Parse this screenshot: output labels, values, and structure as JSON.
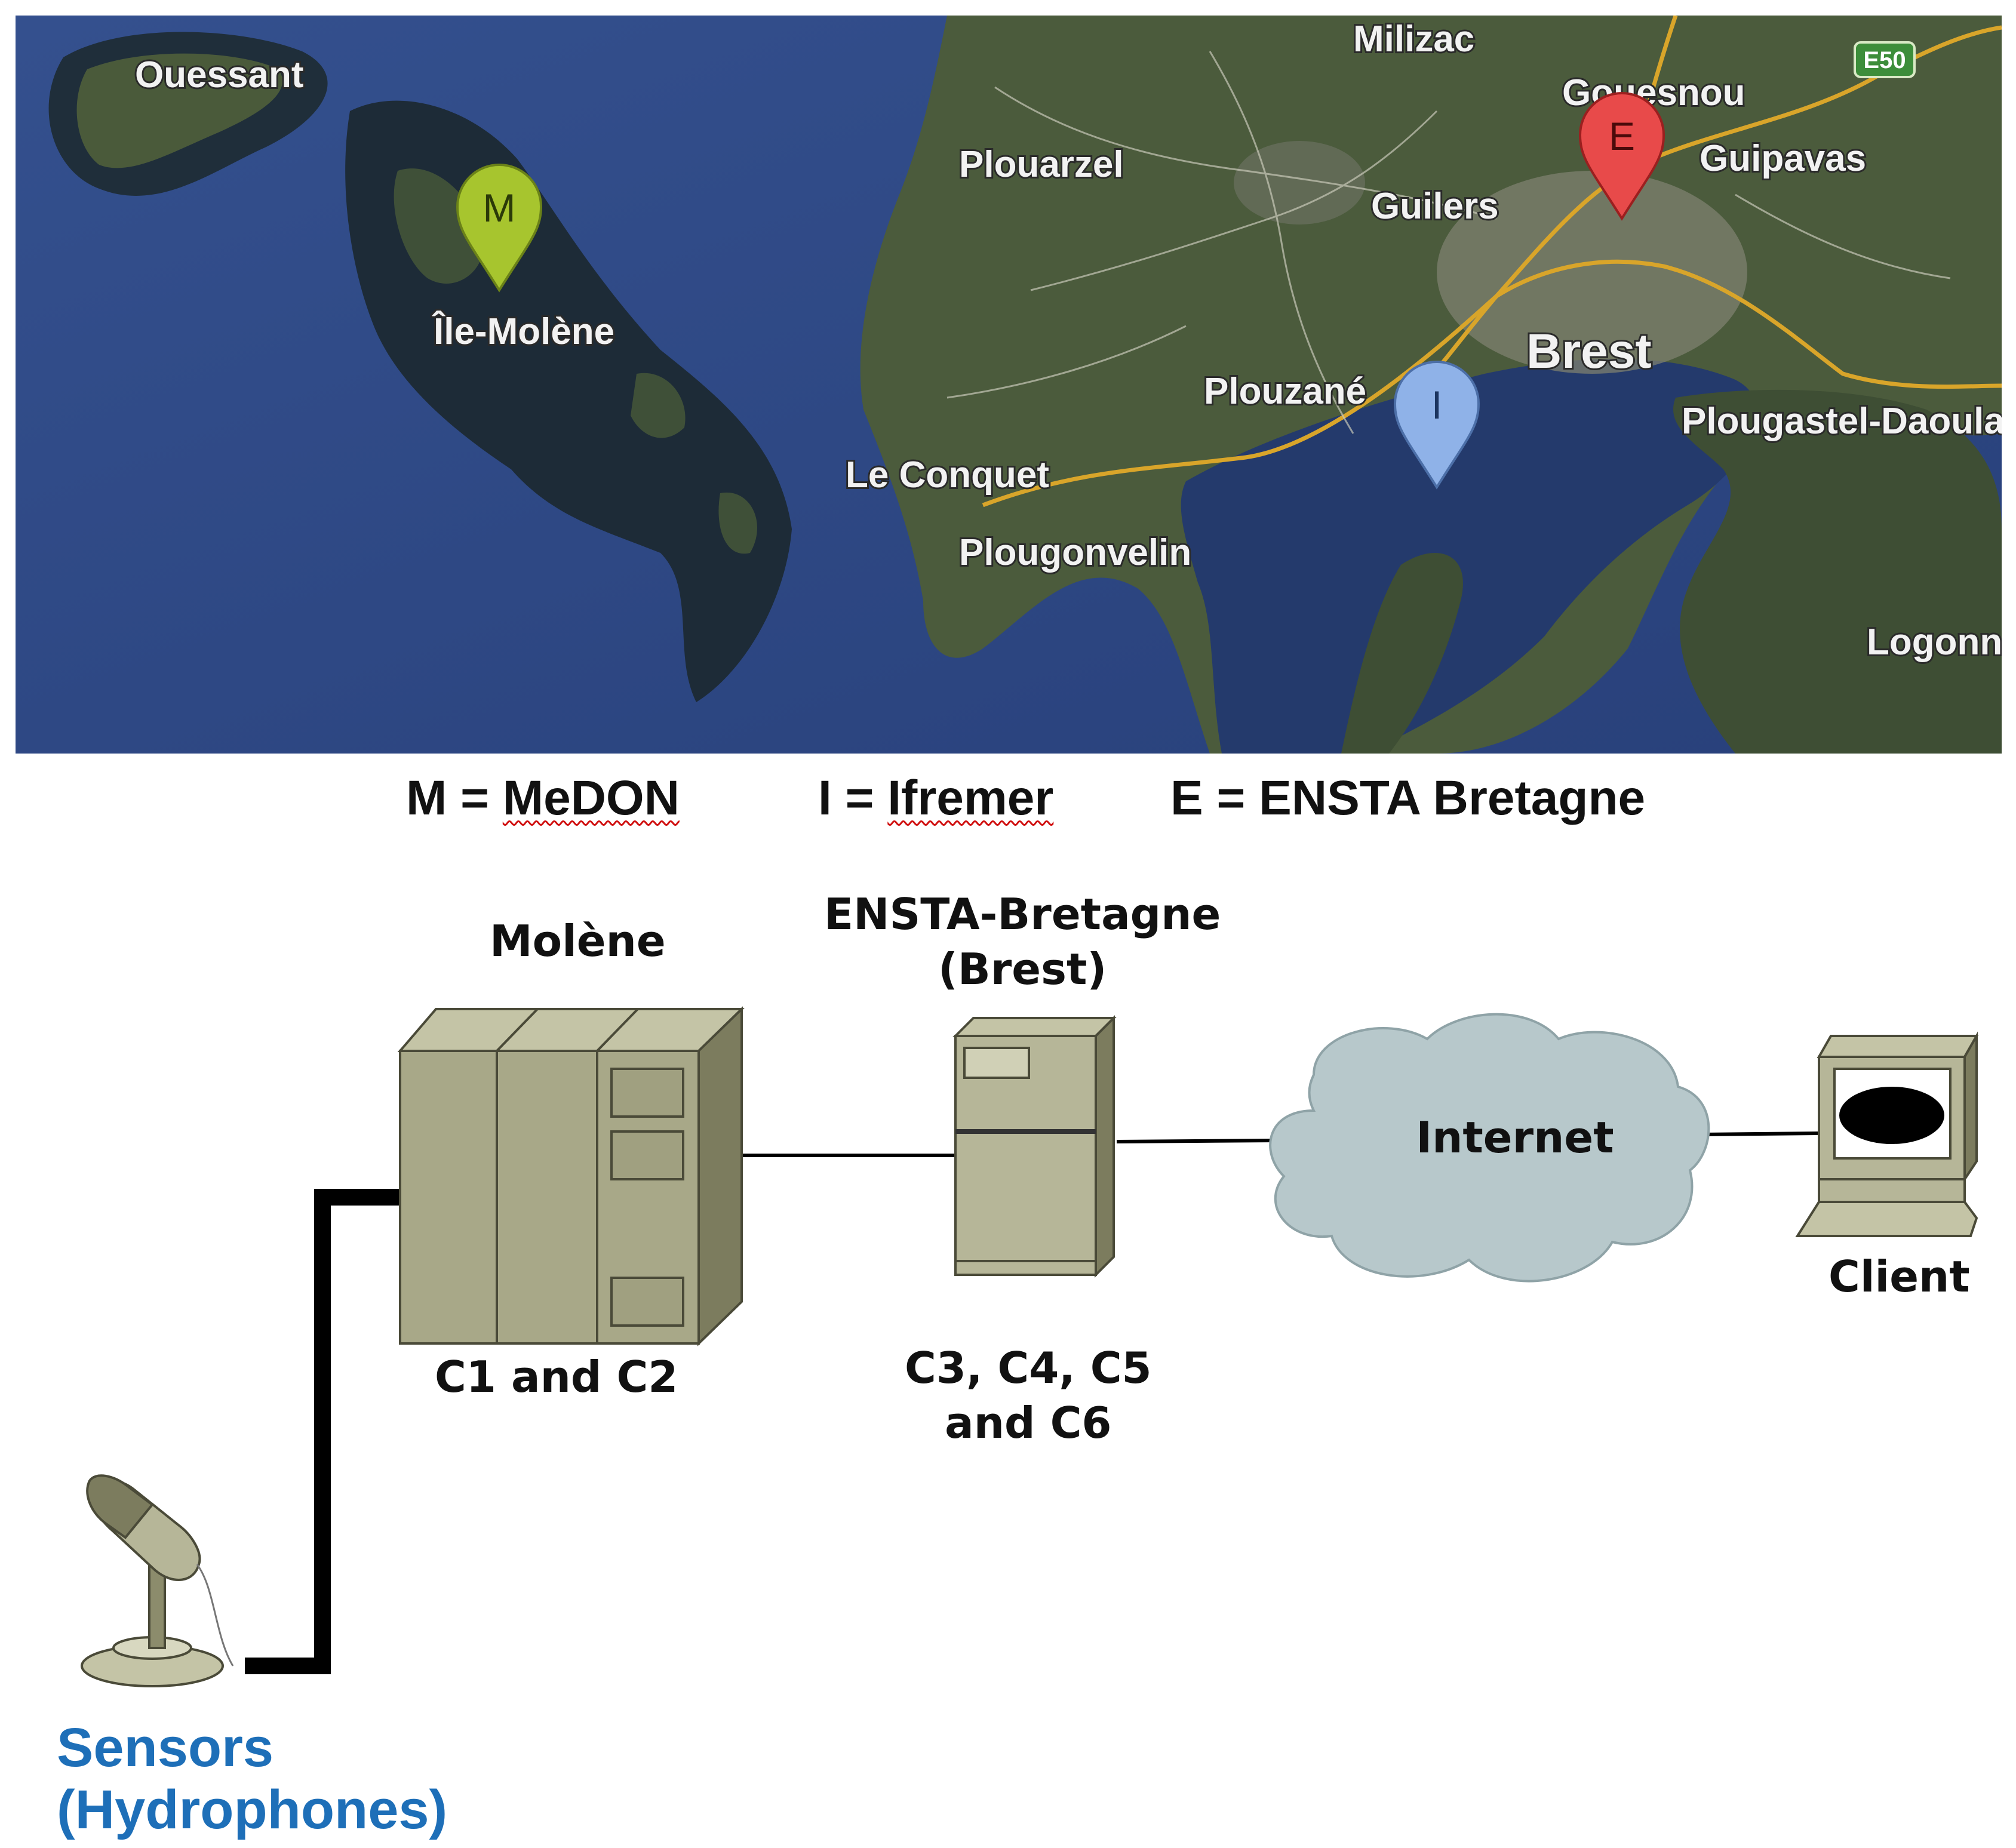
{
  "map": {
    "places": [
      {
        "id": "ouessant",
        "text": "Ouessant"
      },
      {
        "id": "milizac",
        "text": "Milizac"
      },
      {
        "id": "gouesnou",
        "text": "Gouesnou"
      },
      {
        "id": "guipavas",
        "text": "Guipavas"
      },
      {
        "id": "plouarzel",
        "text": "Plouarzel"
      },
      {
        "id": "guilers",
        "text": "Guilers"
      },
      {
        "id": "ile-molene",
        "text": "Île-Molène"
      },
      {
        "id": "brest",
        "text": "Brest"
      },
      {
        "id": "plouzane",
        "text": "Plouzané"
      },
      {
        "id": "plougastel",
        "text": "Plougastel-Daoula"
      },
      {
        "id": "le-conquet",
        "text": "Le Conquet"
      },
      {
        "id": "plougonvelin",
        "text": "Plougonvelin"
      },
      {
        "id": "logonna",
        "text": "Logonna"
      }
    ],
    "road_badge": "E50",
    "markers": [
      {
        "letter": "M",
        "color": "#a7c52e"
      },
      {
        "letter": "E",
        "color": "#e84a4a"
      },
      {
        "letter": "I",
        "color": "#8fb2e8"
      }
    ],
    "colors": {
      "sea": "#2f4a86",
      "land": "#4a5a3a",
      "roads": "#d9a52a"
    }
  },
  "legend": [
    {
      "key": "M",
      "value": "MeDON"
    },
    {
      "key": "I",
      "value": "Ifremer"
    },
    {
      "key": "E",
      "value": "ENSTA Bretagne"
    }
  ],
  "diagram": {
    "molene_title": "Molène",
    "molene_caption": "C1 and C2",
    "ensta_title_1": "ENSTA-Bretagne",
    "ensta_title_2": "(Brest)",
    "ensta_caption_1": "C3, C4, C5",
    "ensta_caption_2": "and C6",
    "cloud_label": "Internet",
    "client_label": "Client",
    "sensors_label_1": "Sensors",
    "sensors_label_2": "(Hydrophones)",
    "colors": {
      "equipment": "#a8a888",
      "cloud": "#b7c8cb",
      "sensors_text": "#1e6fb8"
    }
  }
}
